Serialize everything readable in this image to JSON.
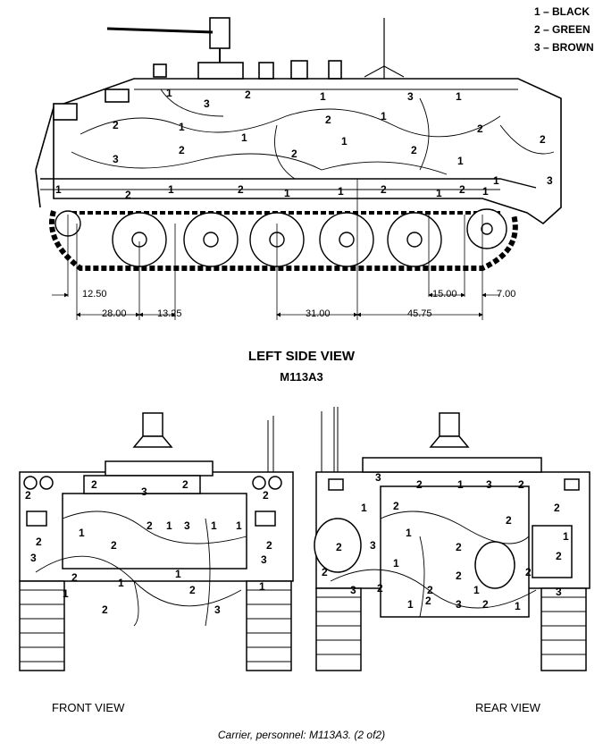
{
  "legend": {
    "items": [
      "1 – BLACK",
      "2 – GREEN",
      "3 – BROWN"
    ]
  },
  "side_view": {
    "title": "LEFT SIDE VIEW",
    "subtitle": "M113A3",
    "dimensions": {
      "d1": "12.50",
      "d2": "28.00",
      "d3": "13.25",
      "d4": "31.00",
      "d5": "45.75",
      "d6": "15.00",
      "d7": "7.00"
    }
  },
  "front_view": {
    "label": "FRONT VIEW"
  },
  "rear_view": {
    "label": "REAR VIEW"
  },
  "caption": "Carrier, personnel: M113A3.  (2 of2)"
}
